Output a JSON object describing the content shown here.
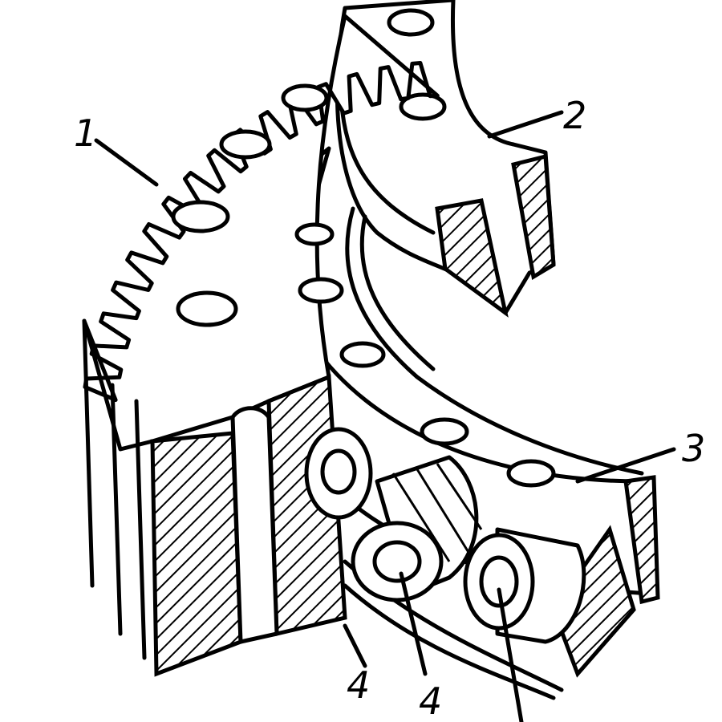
{
  "figure": {
    "labels": {
      "gear_ring": "1",
      "outer_ring": "2",
      "inner_ring": "3",
      "roller_a": "4",
      "roller_b": "4"
    }
  }
}
